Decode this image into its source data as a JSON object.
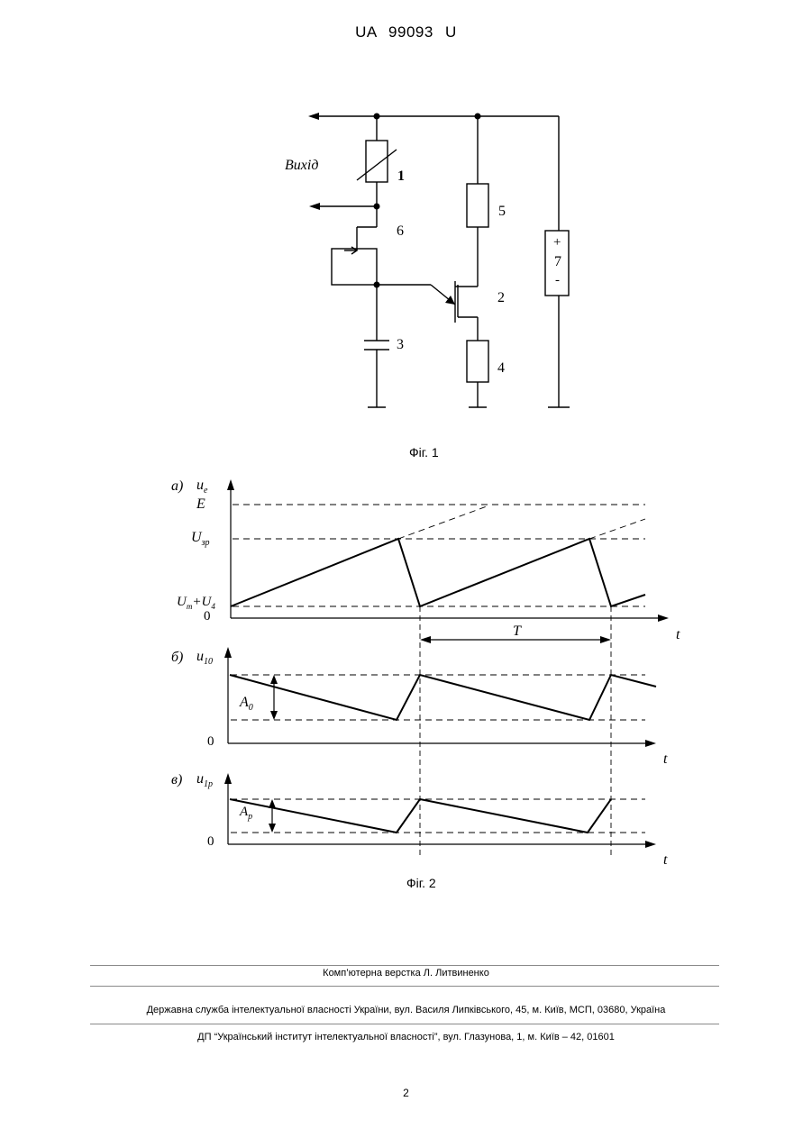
{
  "header": {
    "doc_id": "UA   99093   U"
  },
  "fig1": {
    "caption": "Фіг. 1",
    "label_output": "Вихід",
    "component_numbers": [
      "1",
      "2",
      "3",
      "4",
      "5",
      "6",
      "7"
    ],
    "battery_plus": "+",
    "battery_minus": "-"
  },
  "fig2": {
    "caption": "Фіг. 2",
    "panel_a": {
      "letter": "а)",
      "ylabel": "u",
      "ylabel_sub": "e",
      "level_E": "E",
      "level_Uzr": "U",
      "level_Uzr_sub": "зр",
      "level_low": "U",
      "level_low_sub": "т",
      "level_low_plus": "+U",
      "level_low_sub2": "4",
      "zero": "0",
      "xlabel": "t",
      "period": "T"
    },
    "panel_b": {
      "letter": "б)",
      "ylabel": "u",
      "ylabel_sub": "10",
      "amplitude": "A",
      "amplitude_sub": "0",
      "zero": "0",
      "xlabel": "t"
    },
    "panel_v": {
      "letter": "в)",
      "ylabel": "u",
      "ylabel_sub": "1p",
      "amplitude": "A",
      "amplitude_sub": "p",
      "zero": "0",
      "xlabel": "t"
    }
  },
  "footer": {
    "typesetting": "Комп’ютерна верстка Л. Литвиненко",
    "agency": "Державна служба інтелектуальної власності України, вул. Василя Липківського, 45, м. Київ, МСП, 03680, Україна",
    "institute": "ДП “Український інститут інтелектуальної власності”, вул. Глазунова, 1, м. Київ – 42, 01601"
  },
  "page_number": "2"
}
